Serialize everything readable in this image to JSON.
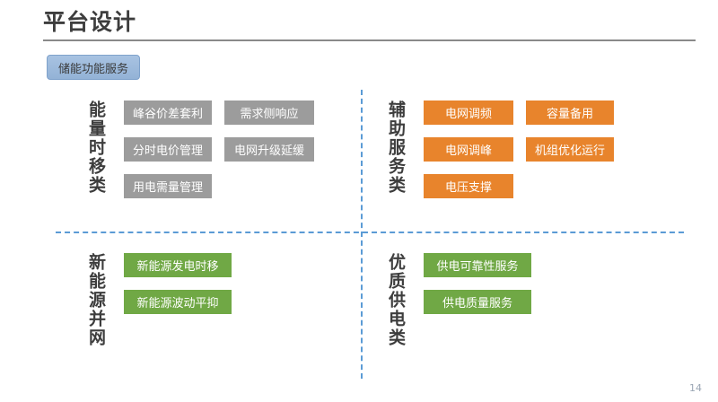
{
  "slide": {
    "title": "平台设计",
    "page_number": "14",
    "badge_label": "储能功能服务",
    "accent_colors": {
      "badge_blue": "#93b2d6",
      "divider_blue": "#5b9bd5",
      "gray": "#9c9c9c",
      "orange": "#e8842c",
      "green": "#70a845",
      "title_rule": "#8a8a8a"
    }
  },
  "quadrants": [
    {
      "id": "energy-shift",
      "label": "能量时移类",
      "color": "gray",
      "columns": [
        {
          "items": [
            {
              "label": "峰谷价差套利"
            },
            {
              "label": "分时电价管理"
            },
            {
              "label": "用电需量管理"
            }
          ]
        },
        {
          "items": [
            {
              "label": "需求侧响应"
            },
            {
              "label": "电网升级延缓"
            }
          ]
        }
      ]
    },
    {
      "id": "ancillary",
      "label": "辅助服务类",
      "color": "orange",
      "columns": [
        {
          "items": [
            {
              "label": "电网调频"
            },
            {
              "label": "电网调峰"
            },
            {
              "label": "电压支撑"
            }
          ]
        },
        {
          "items": [
            {
              "label": "容量备用"
            },
            {
              "label": "机组优化运行"
            }
          ]
        }
      ]
    },
    {
      "id": "renewable",
      "label": "新能源并网",
      "color": "green",
      "columns": [
        {
          "items": [
            {
              "label": "新能源发电时移"
            },
            {
              "label": "新能源波动平抑"
            }
          ]
        }
      ]
    },
    {
      "id": "power-quality",
      "label": "优质供电类",
      "color": "green",
      "columns": [
        {
          "items": [
            {
              "label": "供电可靠性服务"
            },
            {
              "label": "供电质量服务"
            }
          ]
        }
      ]
    }
  ]
}
